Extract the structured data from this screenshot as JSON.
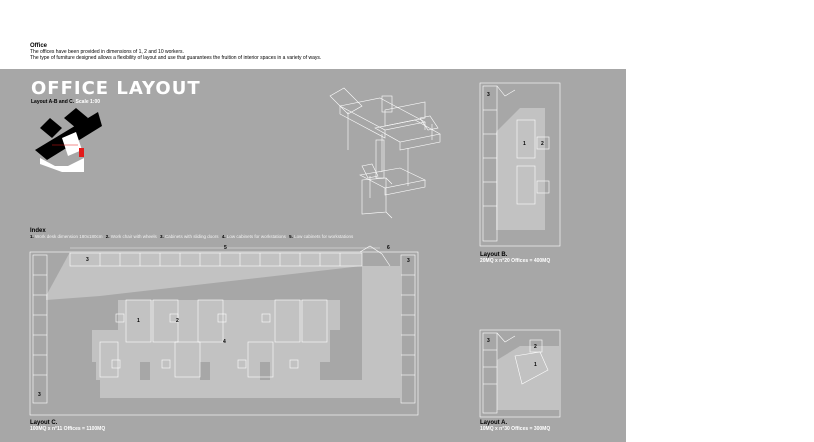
{
  "intro": {
    "heading": "Office",
    "line1": "The offices have been provided in dimensions of 1, 2 and 10 workers.",
    "line2": "The type of furniture designed allows a flexibility of layout and use that guarantees the fruition of interior spaces in a variety of ways."
  },
  "board": {
    "title": "OFFICE LAYOUT",
    "subtitle": "Layout A-B and C.",
    "scale": "Scale 1:00"
  },
  "index": {
    "heading": "Index",
    "items": [
      {
        "n": "1.",
        "text": "Work desk dimension 180x180cm"
      },
      {
        "n": "2.",
        "text": "Work chair with wheels"
      },
      {
        "n": "3.",
        "text": "Cabinets with sliding doors"
      },
      {
        "n": "4.",
        "text": "Low cabinets for workstations"
      },
      {
        "n": "5.",
        "text": "Low cabinets for workstations"
      }
    ]
  },
  "layout_b": {
    "heading": "Layout B.",
    "desc": "20MQ x n°20 Offices = 400MQ"
  },
  "layout_c": {
    "heading": "Layout C.",
    "desc": "100MQ x n°11 Offices = 1100MQ"
  },
  "layout_a": {
    "heading": "Layout A.",
    "desc": "10MQ x n°30 Offices = 300MQ"
  },
  "labels": {
    "c_3a": "3",
    "c_5": "5",
    "c_6": "6",
    "c_3b": "3",
    "c_1": "1",
    "c_2": "2",
    "c_4": "4",
    "c_3c": "3",
    "b_3": "3",
    "b_1": "1",
    "b_2": "2",
    "a_3": "3",
    "a_2": "2",
    "a_1": "1"
  },
  "colors": {
    "board": "#a7a7a7",
    "accent": "#e21b1b",
    "line": "#ffffff"
  }
}
